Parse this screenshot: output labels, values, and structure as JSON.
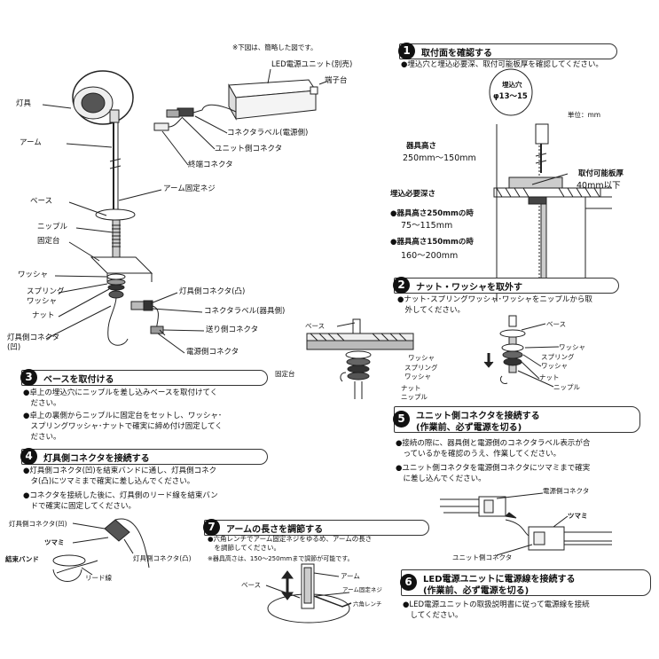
{
  "note_top": "※下図は、簡略した図です。",
  "left_labels": {
    "lamp": "灯具",
    "arm": "アーム",
    "base": "ベース",
    "nipple": "ニップル",
    "fixing_plate": "固定台",
    "washer": "ワッシャ",
    "spring_washer": "スプリング\nワッシャ",
    "nut": "ナット",
    "lamp_connector_concave": "灯具側コネクタ\n(凹)",
    "arm_fixing_screw": "アーム固定ネジ",
    "lamp_connector_convex": "灯具側コネクタ(凸)",
    "connector_label_lamp": "コネクタラベル(器具側)",
    "feed_connector": "送り側コネクタ",
    "power_connector": "電源側コネクタ"
  },
  "unit_labels": {
    "led_unit": "LED電源ユニット(別売)",
    "terminal": "端子台",
    "connector_label_power": "コネクタラベル(電源側)",
    "unit_connector": "ユニット側コネクタ",
    "end_connector": "終端コネクタ"
  },
  "s1": {
    "num": "1",
    "title": "取付面を確認する",
    "text": "●埋込穴と埋込必要深、取付可能板厚を確認してください。",
    "hole_label": "埋込穴",
    "hole_value": "φ13～15",
    "unit": "単位：mm",
    "height_label": "器具高さ",
    "height_value": "250mm～150mm",
    "thickness_label": "取付可能板厚",
    "thickness_value": "40mm以下",
    "depth_label": "埋込必要深さ",
    "depth_250": "●器具高さ250mmの時",
    "depth_250_val": "75～115mm",
    "depth_150": "●器具高さ150mmの時",
    "depth_150_val": "160～200mm"
  },
  "s2": {
    "num": "2",
    "title": "ナット・ワッシャを取外す",
    "text": "●ナット･スプリングワッシャ･ワッシャをニップルから取\n　外してください。",
    "labels": {
      "base": "ベース",
      "washer": "ワッシャ",
      "spring": "スプリング\nワッシャ",
      "nut": "ナット",
      "nipple": "ニップル",
      "fixing": "固定台",
      "washer2": "ワッシャ",
      "spring2": "スプリング\nワッシャ",
      "nut2": "ナット",
      "nipple2": "ニップル"
    }
  },
  "s3": {
    "num": "3",
    "title": "ベースを取付ける",
    "p1": "●卓上の埋込穴にニップルを差し込みベースを取付けてく\n　ださい。",
    "p2": "●卓上の裏側からニップルに固定台をセットし、ワッシャ･\n　スプリングワッシャ･ナットで確実に締め付け固定してく\n　ださい。"
  },
  "s4": {
    "num": "4",
    "title": "灯具側コネクタを接続する",
    "p1": "●灯具側コネクタ(凹)を結束バンドに通し、灯具側コネク\n　タ(凸)にツマミまで確実に差し込んでください。",
    "p2": "●コネクタを接続した後に、灯具側のリード線を結束バン\n　ドで確実に固定してください。",
    "labels": {
      "concave": "灯具側コネクタ(凹)",
      "tsumami": "ツマミ",
      "band": "結束バンド",
      "lead": "リード線",
      "convex": "灯具側コネクタ(凸)"
    }
  },
  "s5": {
    "num": "5",
    "title": "ユニット側コネクタを接続する",
    "title2": "(作業前、必ず電源を切る)",
    "p1": "●接続の際に、器具側と電源側のコネクタラベル表示が合\n　っているかを確認のうえ、作業してください。",
    "p2": "●ユニット側コネクタを電源側コネクタにツマミまで確実\n　に差し込んでください。",
    "labels": {
      "power": "電源側コネクタ",
      "tsumami": "ツマミ",
      "unit": "ユニット側コネクタ"
    }
  },
  "s6": {
    "num": "6",
    "title": "LED電源ユニットに電源線を接続する",
    "title2": "(作業前、必ず電源を切る)",
    "p1": "●LED電源ユニットの取扱説明書に従って電源線を接続\n　してください。"
  },
  "s7": {
    "num": "7",
    "title": "アームの長さを調節する",
    "p1": "●六角レンチでアーム固定ネジをゆるめ、アームの長さ\n　を調節してください。",
    "note": "※器具高さは、150～250mmまで調節が可能です。",
    "labels": {
      "arm": "アーム",
      "screw": "アーム固定ネジ",
      "base": "ベース",
      "wrench": "六角レンチ"
    }
  }
}
